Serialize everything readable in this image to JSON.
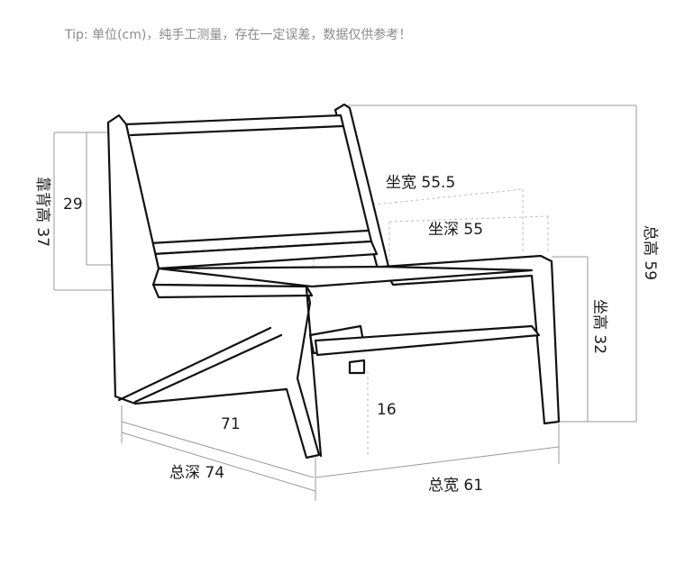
{
  "tip": "Tip: 单位(cm)，纯手工测量，存在一定误差，数据仅供参考！",
  "labels": {
    "backrest_height": "靠背高 37",
    "backrest_inner": "29",
    "seat_width": "坐宽 55.5",
    "seat_depth": "坐深 55",
    "total_height": "总高 59",
    "seat_height": "坐高 32",
    "clearance": "16",
    "side_length": "71",
    "total_depth": "总深 74",
    "total_width": "总宽 61"
  }
}
